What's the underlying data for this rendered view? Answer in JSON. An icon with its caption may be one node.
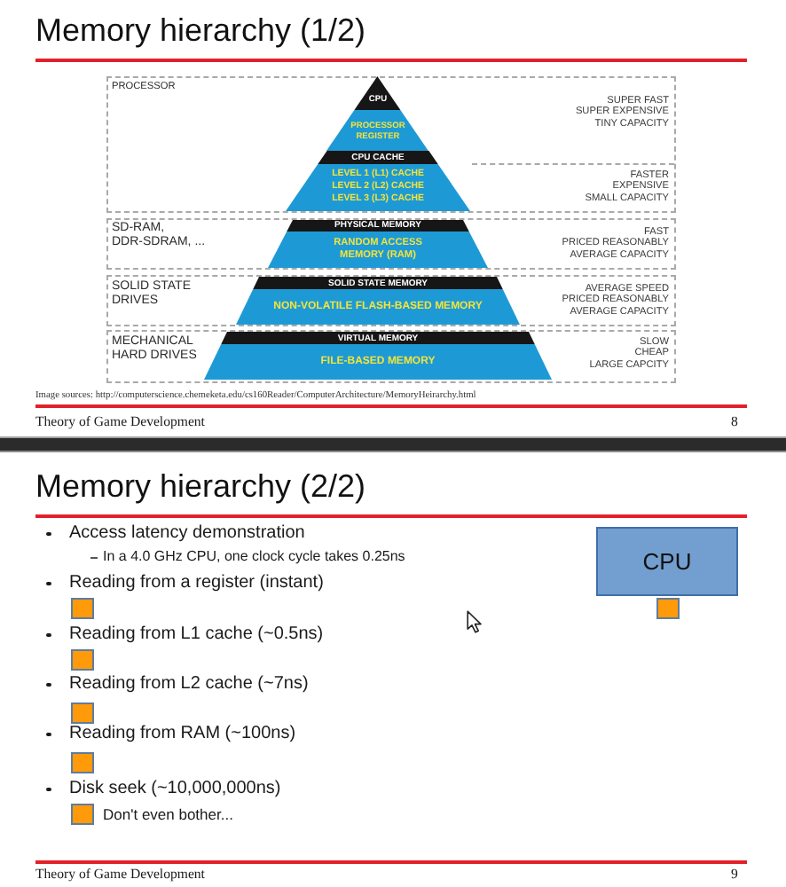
{
  "diagram": {
    "nodes": [
      {
        "text": [
          "PROCESSOR",
          "SUPER FAST",
          "SUPER EXPENSIVE",
          "TINY CAPACITY"
        ]
      },
      {
        "text": [
          "CPU",
          "PROCESSOR REGISTER"
        ],
        "in": 0
      },
      {
        "text": [
          "CPU CACHE",
          "LEVEL 1 (L1) CACHE",
          "LEVEL 2 (L2) CACHE",
          "LEVEL 3 (L3) CACHE"
        ],
        "in": 0
      },
      {
        "text": [
          "FASTER",
          "EXPENSIVE",
          "SMALL CAPACITY"
        ],
        "in": 0
      },
      {
        "text": [
          "SD-RAM, DDR-SDRAM, ...",
          "FAST",
          "PRICED REASONABLY",
          "AVERAGE CAPACITY"
        ]
      },
      {
        "text": [
          "PHYSICAL MEMORY",
          "RANDOM ACCESS MEMORY (RAM)"
        ],
        "in": 4
      },
      {
        "text": [
          "SOLID STATE DRIVES",
          "AVERAGE SPEED",
          "PRICED REASONABLY",
          "AVERAGE CAPACITY"
        ]
      },
      {
        "text": [
          "SOLID STATE MEMORY",
          "NON-VOLATILE FLASH-BASED MEMORY"
        ],
        "in": 6
      },
      {
        "text": [
          "MECHANICAL HARD DRIVES",
          "SLOW",
          "CHEAP",
          "LARGE CAPCITY"
        ]
      },
      {
        "text": [
          "VIRTUAL MEMORY",
          "FILE-BASED MEMORY"
        ],
        "in": 8
      },
      {
        "text": [
          "CPU"
        ]
      },
      {
        "text": [],
        "shape": "box"
      },
      {
        "text": [],
        "shape": "box"
      },
      {
        "text": [],
        "shape": "box"
      },
      {
        "text": [],
        "shape": "box"
      },
      {
        "text": [],
        "shape": "box"
      },
      {
        "text": [],
        "shape": "box",
        "beside": [
          "Don't even bother..."
        ]
      }
    ],
    "labels": [
      "Memory hierarchy (1/2)",
      "Image sources: http://computerscience.chemeketa.edu/cs160Reader/ComputerArchitecture/MemoryHeirarchy.html",
      "Theory of Game Development",
      "8",
      "Memory hierarchy (2/2)",
      "Access latency demonstration",
      "In a 4.0 GHz CPU, one clock cycle takes 0.25ns",
      "Reading from a register (instant)",
      "Reading from L1 cache (~0.5ns)",
      "Reading from L2 cache (~7ns)",
      "Reading from RAM (~100ns)",
      "Disk seek (~10,000,000ns)",
      "Theory of Game Development",
      "9"
    ]
  }
}
